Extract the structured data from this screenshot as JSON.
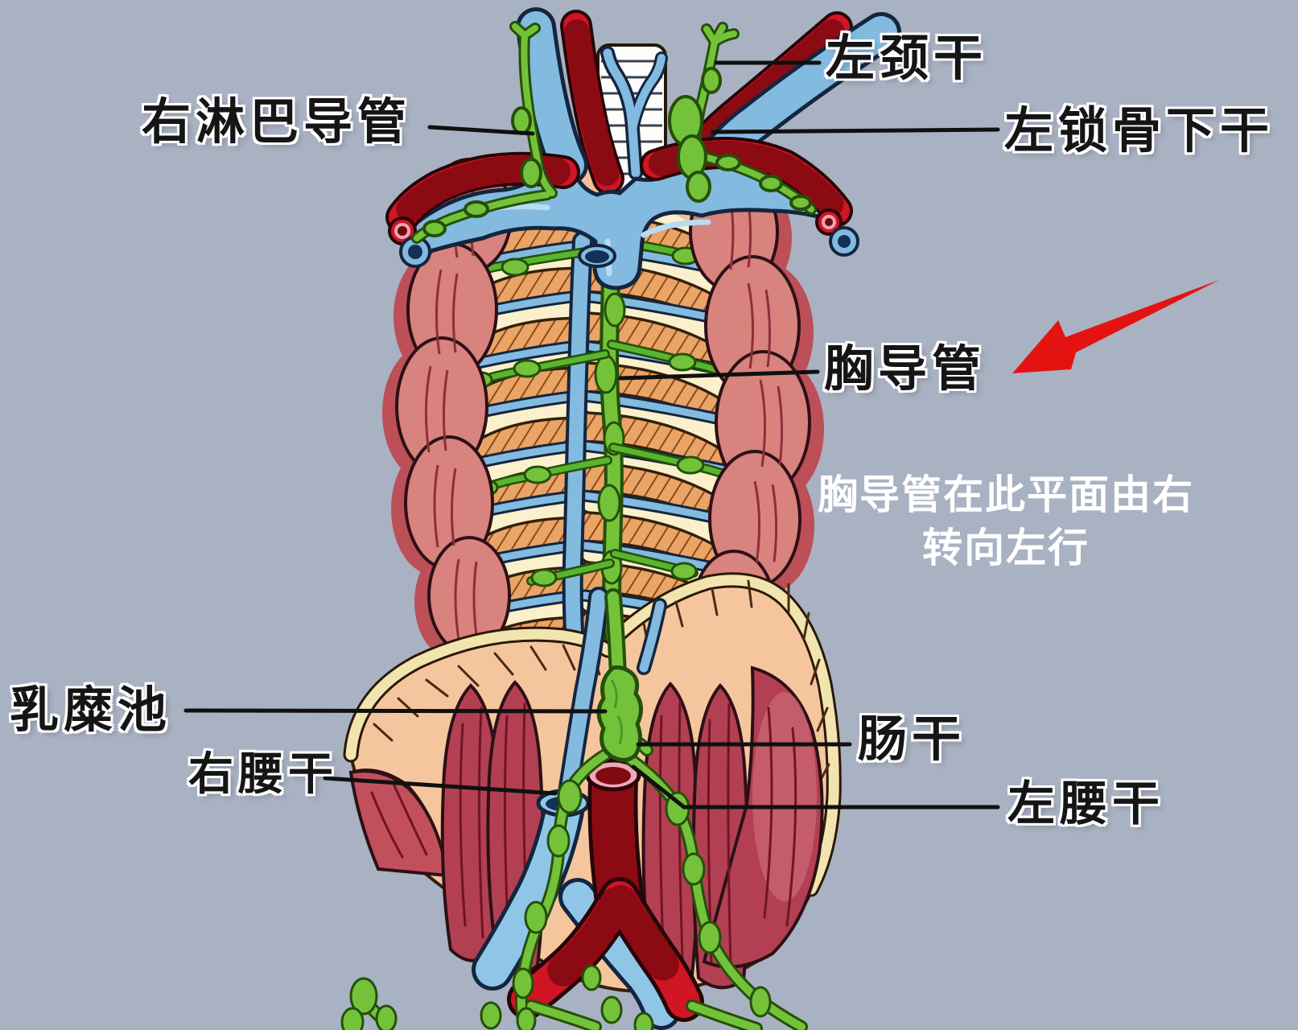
{
  "labels": {
    "left_jugular_trunk": "左颈干",
    "right_lymphatic_duct": "右淋巴导管",
    "left_subclavian_trunk": "左锁骨下干",
    "thoracic_duct": "胸导管",
    "cisterna_chyli": "乳糜池",
    "right_lumbar_trunk": "右腰干",
    "intestinal_trunk": "肠干",
    "left_lumbar_trunk": "左腰干"
  },
  "note": {
    "line1": "胸导管在此平面由右",
    "line2": "转向左行"
  },
  "annotation": {
    "arrow_color": "#e41312"
  },
  "palette": {
    "background": "#a9b2c2",
    "label_text": "#151515",
    "label_outline": "#ffffff",
    "note_text": "#ffffff",
    "pointer_line": "#101010",
    "artery_red": "#d01525",
    "artery_dark": "#8c0a12",
    "aorta_rim_pink": "#f0a8b8",
    "vein_blue": "#83badf",
    "vein_outline": "#14253f",
    "vein_cut_navy": "#133056",
    "lymph_green": "#74c23a",
    "lymph_outline": "#24500a",
    "flesh": "#f5c69e",
    "diaphragm_band": "#f1e4ae",
    "muscle_pink": "#d8837d",
    "crus_red": "#b24052",
    "rib_cream": "#faf0cb",
    "intercostal_orange": "#e9a466",
    "trachea_white": "#fdfdfb"
  }
}
